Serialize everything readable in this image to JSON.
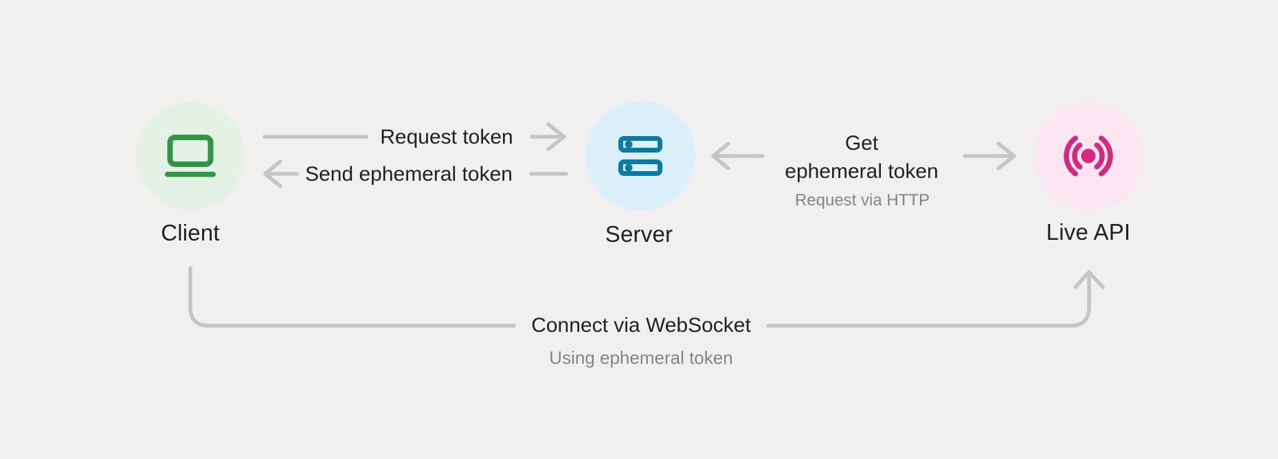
{
  "colors": {
    "background": "#f1f0ee",
    "line_gray": "#c6c5c3",
    "text_dark": "#202124",
    "text_gray": "#80868b",
    "client_circle_bg": "#e4f2e6",
    "client_icon": "#2e9646",
    "server_circle_bg": "#dbf0fb",
    "server_icon": "#0b7aa5",
    "liveapi_circle_bg": "#fce6f2",
    "liveapi_icon": "#d4297f"
  },
  "nodes": {
    "client": {
      "label": "Client",
      "icon": "laptop-icon"
    },
    "server": {
      "label": "Server",
      "icon": "server-rack-icon"
    },
    "live_api": {
      "label": "Live API",
      "icon": "live-broadcast-icon"
    }
  },
  "edges": {
    "request_token": {
      "label": "Request token"
    },
    "send_ephemeral_token": {
      "label": "Send ephemeral token"
    },
    "get_ephemeral_token": {
      "lines": [
        "Get",
        "ephemeral token"
      ],
      "sublabel": "Request via HTTP"
    },
    "connect_websocket": {
      "label": "Connect via WebSocket",
      "sublabel": "Using ephemeral token"
    }
  }
}
